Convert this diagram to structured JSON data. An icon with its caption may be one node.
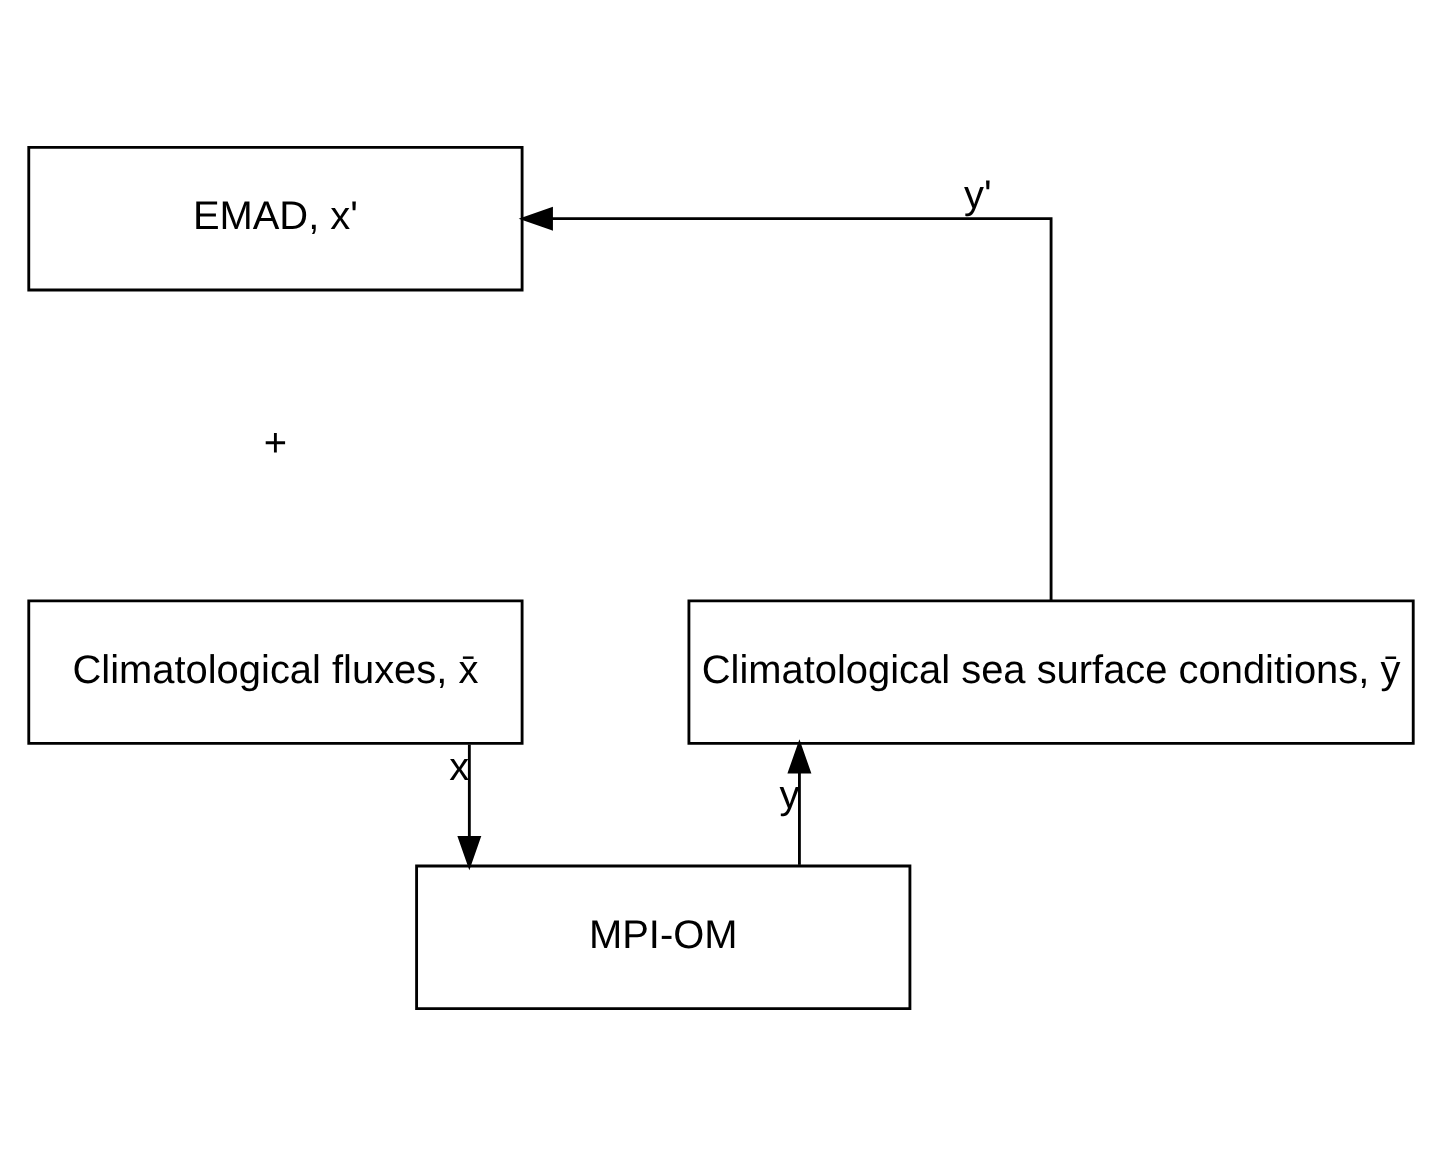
{
  "diagram": {
    "nodes": [
      {
        "text": [
          "EMAD, x'"
        ]
      },
      {
        "text": [
          "Climatological fluxes, x̄"
        ]
      },
      {
        "text": [
          "Climatological sea surface conditions, ȳ"
        ]
      },
      {
        "text": [
          "MPI-OM"
        ]
      }
    ],
    "edges": [
      {
        "from": 2,
        "to": 0,
        "arrow": "to",
        "label": "y'"
      },
      {
        "from": 1,
        "to": 3,
        "arrow": "to",
        "label": "x"
      },
      {
        "from": 3,
        "to": 2,
        "arrow": "to",
        "label": "y"
      }
    ],
    "labels": [
      "+"
    ]
  }
}
